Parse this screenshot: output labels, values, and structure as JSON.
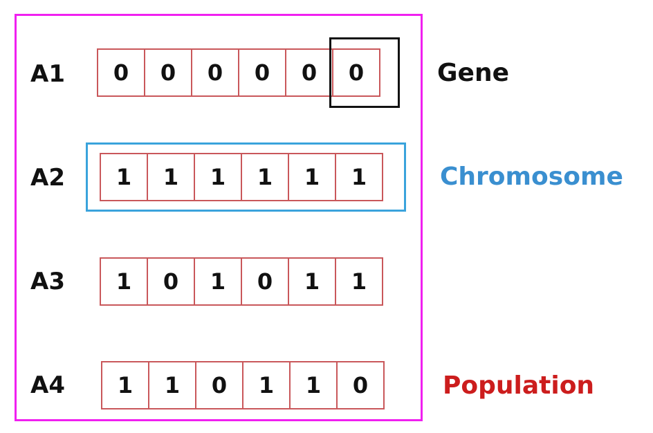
{
  "rows": [
    {
      "label": "A1",
      "genes": [
        "0",
        "0",
        "0",
        "0",
        "0",
        "0"
      ]
    },
    {
      "label": "A2",
      "genes": [
        "1",
        "1",
        "1",
        "1",
        "1",
        "1"
      ]
    },
    {
      "label": "A3",
      "genes": [
        "1",
        "0",
        "1",
        "0",
        "1",
        "1"
      ]
    },
    {
      "label": "A4",
      "genes": [
        "1",
        "1",
        "0",
        "1",
        "1",
        "0"
      ]
    }
  ],
  "labels": {
    "gene": "Gene",
    "chromosome": "Chromosome",
    "population": "Population"
  },
  "colors": {
    "population_border": "#f020f0",
    "chromosome_border": "#3aa3dc",
    "gene_border": "#111111",
    "cell_border": "#c9575a",
    "gene_text": "#111111",
    "chromosome_text": "#3a8fd0",
    "population_text": "#cc1d1d"
  }
}
